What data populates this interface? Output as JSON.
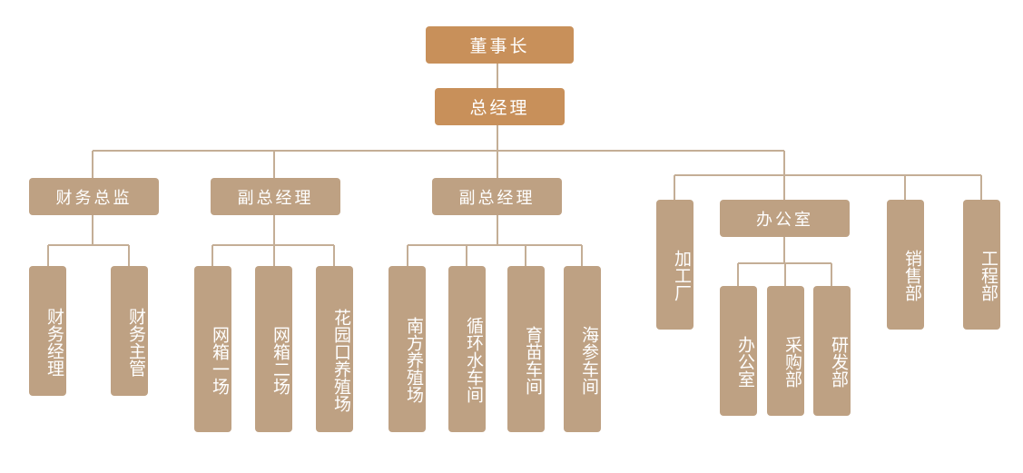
{
  "colors": {
    "top": "#c8905a",
    "node": "#bea183",
    "line": "#c4ae96"
  },
  "nodes": {
    "chairman": "董事长",
    "general_manager": "总经理",
    "finance_director": "财务总监",
    "deputy_gm_1": "副总经理",
    "deputy_gm_2": "副总经理",
    "office": "办公室",
    "finance_manager": "财务经理",
    "finance_supervisor": "财务主管",
    "net_cage_1": "网箱一场",
    "net_cage_2": "网箱二场",
    "huayuankou_farm": "花园口养殖场",
    "south_farm": "南方养殖场",
    "recirculating_workshop": "循环水车间",
    "nursery_workshop": "育苗车间",
    "sea_cucumber_workshop": "海参车间",
    "processing_plant": "加工厂",
    "office_dept": "办公室",
    "procurement_dept": "采购部",
    "rd_dept": "研发部",
    "sales_dept": "销售部",
    "engineering_dept": "工程部"
  }
}
